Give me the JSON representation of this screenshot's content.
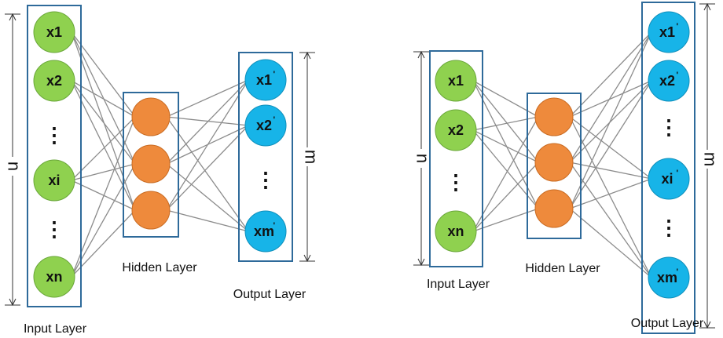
{
  "colors": {
    "input_node": "#8fd14f",
    "input_stroke": "#6aa73a",
    "hidden_node": "#ee8a3c",
    "hidden_stroke": "#c96b22",
    "output_node": "#17b4e8",
    "output_stroke": "#0f8fbb",
    "box_stroke": "#2e6a9a",
    "edge": "#8c8c8c"
  },
  "left_network": {
    "input_nodes": [
      "x1",
      "x2",
      "⋮",
      "xi",
      "⋮",
      "xn"
    ],
    "input_sups": [
      "",
      "",
      "",
      "",
      "",
      ""
    ],
    "output_nodes": [
      "x1",
      "x2",
      "⋮",
      "xm"
    ],
    "output_sups": [
      "'",
      "'",
      "",
      "'"
    ],
    "input_label": "Input Layer",
    "hidden_label": "Hidden Layer",
    "output_label": "Output Layer",
    "input_dim": "n",
    "output_dim": "m"
  },
  "right_network": {
    "input_nodes": [
      "x1",
      "x2",
      "⋮",
      "xn"
    ],
    "input_sups": [
      "",
      "",
      "",
      ""
    ],
    "output_nodes": [
      "x1",
      "x2",
      "⋮",
      "xi",
      "⋮",
      "xm"
    ],
    "output_sups": [
      "'",
      "'",
      "",
      "'",
      "",
      "'"
    ],
    "input_label": "Input Layer",
    "hidden_label": "Hidden Layer",
    "output_label": "Output Layer",
    "input_dim": "n",
    "output_dim": "m"
  }
}
